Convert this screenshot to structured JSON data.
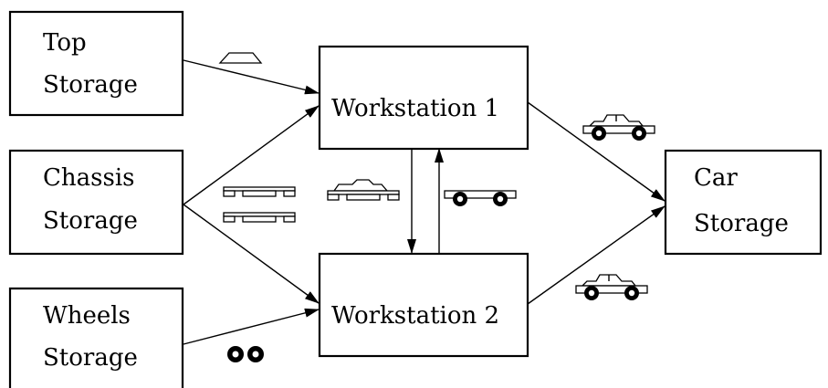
{
  "nodes": {
    "top_storage": {
      "line1": "Top",
      "line2": "Storage"
    },
    "chassis_storage": {
      "line1": "Chassis",
      "line2": "Storage"
    },
    "wheels_storage": {
      "line1": "Wheels",
      "line2": "Storage"
    },
    "workstation_1": {
      "label": "Workstation 1"
    },
    "workstation_2": {
      "label": "Workstation 2"
    },
    "car_storage": {
      "line1": "Car",
      "line2": "Storage"
    }
  },
  "edges": [
    {
      "from": "Top Storage",
      "to": "Workstation 1",
      "carries": "top"
    },
    {
      "from": "Chassis Storage",
      "to": "Workstation 1",
      "carries": "chassis"
    },
    {
      "from": "Chassis Storage",
      "to": "Workstation 2",
      "carries": "chassis"
    },
    {
      "from": "Wheels Storage",
      "to": "Workstation 2",
      "carries": "wheels"
    },
    {
      "from": "Workstation 1",
      "to": "Workstation 2",
      "carries": "chassis-with-top"
    },
    {
      "from": "Workstation 2",
      "to": "Workstation 1",
      "carries": "chassis-with-wheels"
    },
    {
      "from": "Workstation 1",
      "to": "Car Storage",
      "carries": "car"
    },
    {
      "from": "Workstation 2",
      "to": "Car Storage",
      "carries": "car"
    }
  ],
  "icons": [
    "top-icon",
    "chassis-icon",
    "wheels-icon",
    "chassis-with-top-icon",
    "chassis-with-wheels-icon",
    "car-icon"
  ]
}
